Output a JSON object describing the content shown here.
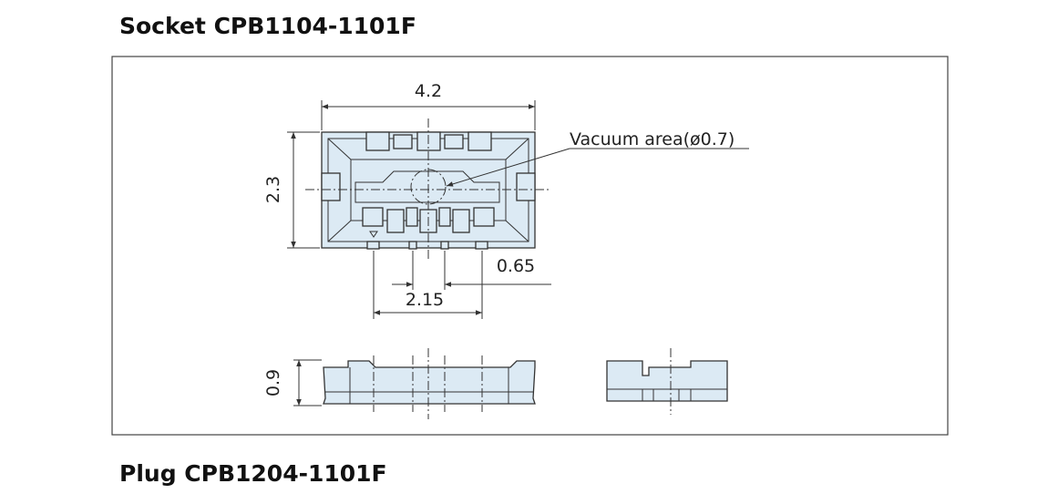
{
  "socket_title": "Socket CPB1104-1101F",
  "plug_title": "Plug CPB1204-1101F",
  "dimensions": {
    "width": "4.2",
    "depth": "2.3",
    "pitch": "0.65",
    "pin_span": "2.15",
    "height": "0.9"
  },
  "vacuum_label": "Vacuum area(ø0.7)",
  "colors": {
    "body": "#dceaf4",
    "line": "#333333"
  }
}
